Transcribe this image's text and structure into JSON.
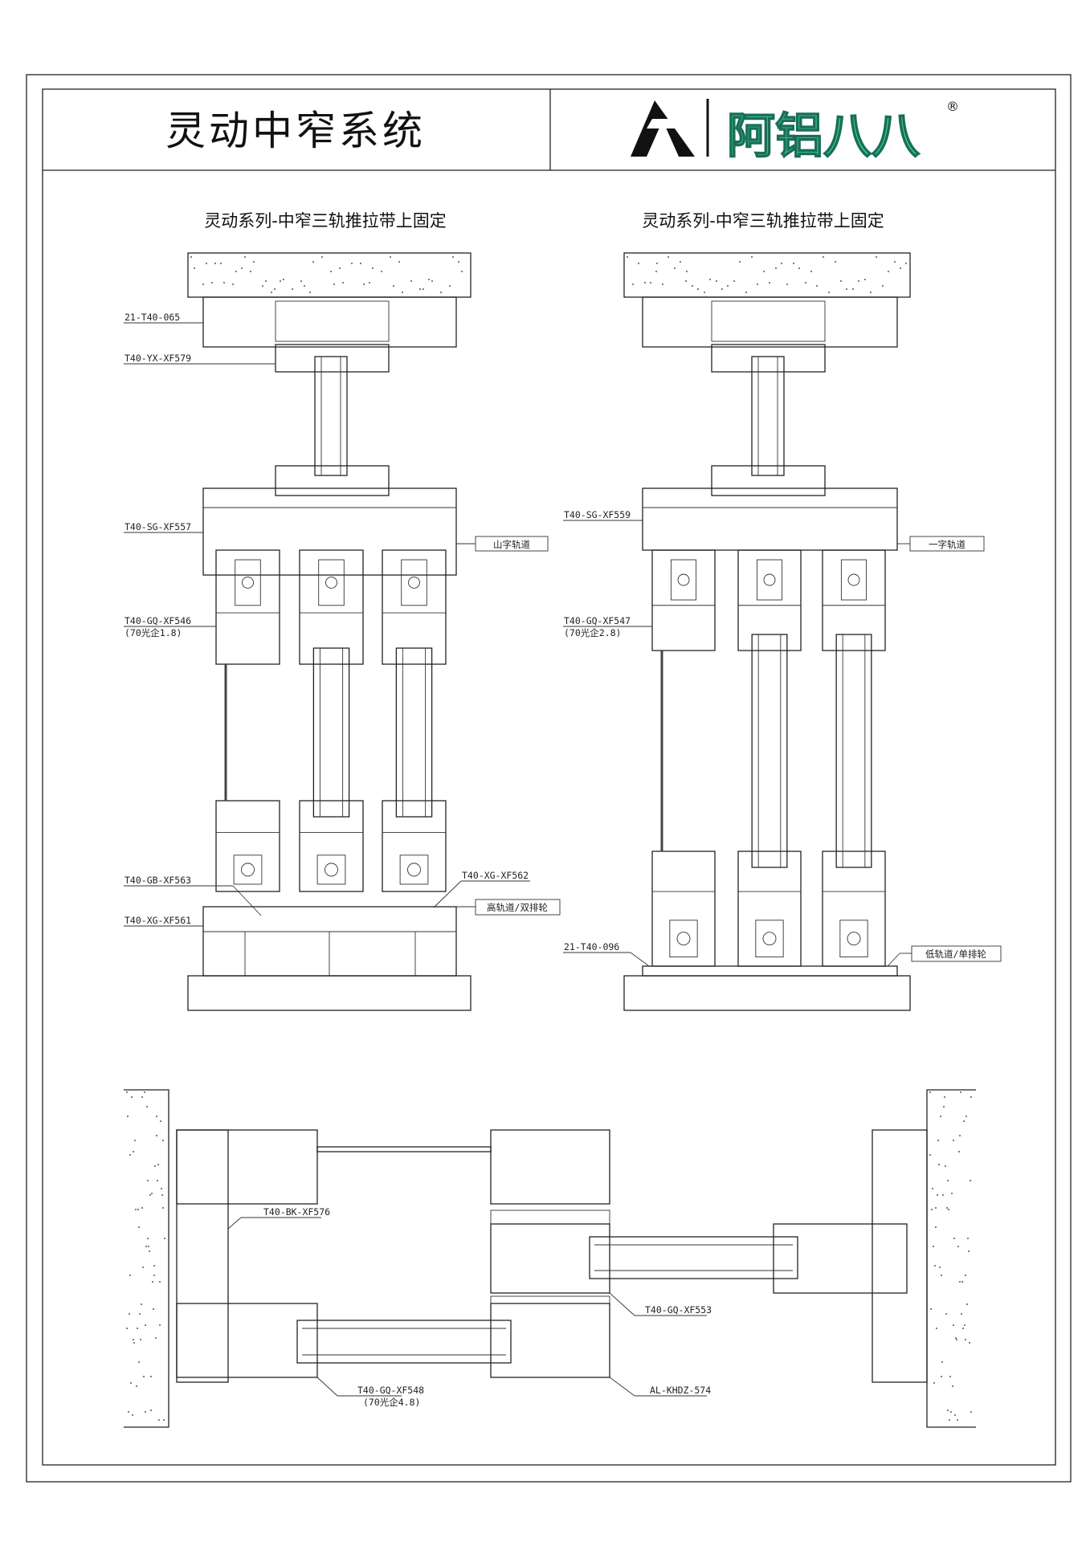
{
  "header": {
    "title": "灵动中窄系统",
    "brand": "阿铝八八",
    "registered_mark": "®",
    "brand_color": "#3cc9a0"
  },
  "left_section": {
    "subtitle": "灵动系列-中窄三轨推拉带上固定",
    "labels": {
      "frame": "21-T40-065",
      "fixed_frame": "T40-YX-XF579",
      "upper_track": "T40-SG-XF557",
      "track_type": "山字轨道",
      "sash": "T40-GQ-XF546",
      "sash_note": "(70光企1.8)",
      "bottom_gb": "T40-GB-XF563",
      "bottom_xg562": "T40-XG-XF562",
      "rail_type": "高轨道/双排轮",
      "bottom_xg561": "T40-XG-XF561"
    }
  },
  "right_section": {
    "subtitle": "灵动系列-中窄三轨推拉带上固定",
    "labels": {
      "upper_track": "T40-SG-XF559",
      "track_type": "一字轨道",
      "sash": "T40-GQ-XF547",
      "sash_note": "(70光企2.8)",
      "bottom_rail": "21-T40-096",
      "rail_type": "低轨道/单排轮"
    }
  },
  "plan_section": {
    "labels": {
      "bk": "T40-BK-XF576",
      "gq553": "T40-GQ-XF553",
      "gq548": "T40-GQ-XF548",
      "gq548_note": "(70光企4.8)",
      "khdz": "AL-KHDZ-574"
    }
  }
}
